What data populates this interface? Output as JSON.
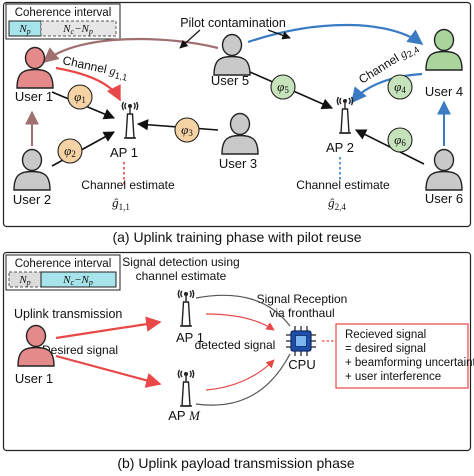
{
  "panel_a": {
    "coherence": {
      "title": "Coherence interval",
      "seg1": "N_p",
      "seg2": "N_c−N_p"
    },
    "pilot_contamination": "Pilot contamination",
    "users": {
      "u1": "User 1",
      "u2": "User 2",
      "u3": "User 3",
      "u4": "User 4",
      "u5": "User 5",
      "u6": "User 6"
    },
    "aps": {
      "ap1": "AP 1",
      "ap2": "AP 2"
    },
    "pilots": {
      "p1": "φ1",
      "p2": "φ2",
      "p3": "φ3",
      "p4": "φ4",
      "p5": "φ5",
      "p6": "φ6"
    },
    "channel_11": "Channel g1,1",
    "channel_24": "Channel g2,4",
    "estimate_label": "Channel estimate",
    "estimate_11": "ĝ1,1",
    "estimate_24": "ĝ2,4",
    "caption": "(a) Uplink training phase with pilot reuse"
  },
  "panel_b": {
    "coherence": {
      "title": "Coherence interval",
      "seg1": "N_p",
      "seg2": "N_c−N_p"
    },
    "signal_detection": [
      "Signal detection using",
      "channel estimate"
    ],
    "signal_reception": [
      "Signal Reception",
      "via fronthaul"
    ],
    "uplink_transmission": "Uplink transmission",
    "desired_signal": "Desired signal",
    "detected_signal": "detected signal",
    "user1": "User 1",
    "ap1": "AP 1",
    "apM": "AP M",
    "cpu": "CPU",
    "received_box": [
      "Recieved signal",
      "= desired signal",
      "+ beamforming uncertainty",
      "+ user interference"
    ],
    "caption": "(b) Uplink payload transmission phase"
  },
  "colors": {
    "user_red": "#e48a8a",
    "user_gray": "#c9c9c9",
    "user_green": "#a9d49c",
    "np_cyan": "#a6e3ea",
    "pilot_orange": "#f6d3a5",
    "pilot_green": "#c7e3bb",
    "red": "#e84848",
    "blue": "#3a7bc3",
    "brown": "#a07070"
  }
}
